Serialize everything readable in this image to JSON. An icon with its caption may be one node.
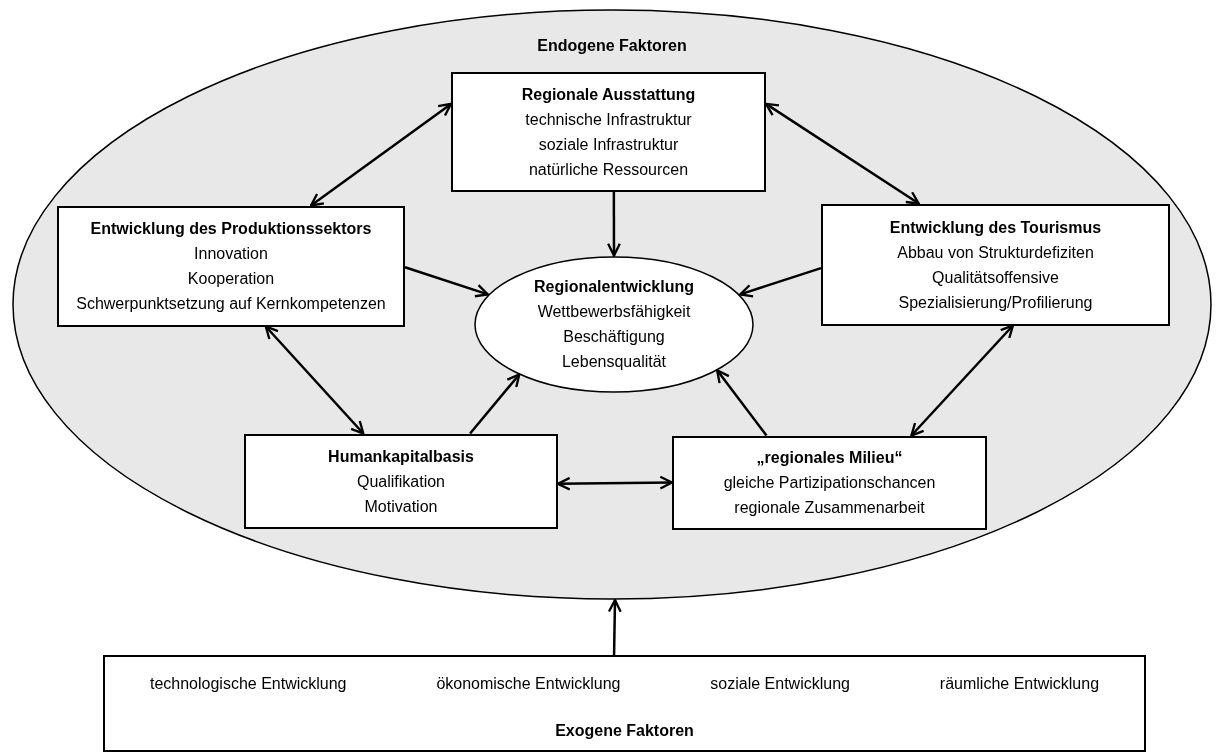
{
  "diagram": {
    "nodes": [
      {
        "text": [
          "Endogene Faktoren"
        ]
      },
      {
        "text": [
          "Regionale Ausstattung",
          "technische Infrastruktur",
          "soziale Infrastruktur",
          "natürliche Ressourcen"
        ],
        "in": 0
      },
      {
        "text": [
          "Entwicklung des Produktionssektors",
          "Innovation",
          "Kooperation",
          "Schwerpunktsetzung auf Kernkompetenzen"
        ],
        "in": 0
      },
      {
        "text": [
          "Entwicklung des Tourismus",
          "Abbau von Strukturdefiziten",
          "Qualitätsoffensive",
          "Spezialisierung/Profilierung"
        ],
        "in": 0
      },
      {
        "text": [
          "Regionalentwicklung",
          "Wettbewerbsfähigkeit",
          "Beschäftigung",
          "Lebensqualität"
        ],
        "in": 0
      },
      {
        "text": [
          "Humankapitalbasis",
          "Qualifikation",
          "Motivation"
        ],
        "in": 0
      },
      {
        "text": [
          "„regionales Milieu“",
          "gleiche Partizipationschancen",
          "regionale Zusammenarbeit"
        ],
        "in": 0
      },
      {
        "text": [
          "technologische Entwicklung",
          "ökonomische Entwicklung",
          "soziale Entwicklung",
          "räumliche Entwicklung",
          "Exogene Faktoren"
        ]
      }
    ],
    "edges": [
      {
        "from": 1,
        "to": 2,
        "arrow": "both"
      },
      {
        "from": 1,
        "to": 3,
        "arrow": "both"
      },
      {
        "from": 1,
        "to": 4,
        "arrow": "to"
      },
      {
        "from": 2,
        "to": 4,
        "arrow": "to"
      },
      {
        "from": 3,
        "to": 4,
        "arrow": "to"
      },
      {
        "from": 2,
        "to": 5,
        "arrow": "both"
      },
      {
        "from": 5,
        "to": 4,
        "arrow": "to"
      },
      {
        "from": 6,
        "to": 4,
        "arrow": "to"
      },
      {
        "from": 3,
        "to": 6,
        "arrow": "both"
      },
      {
        "from": 5,
        "to": 6,
        "arrow": "both"
      },
      {
        "from": 7,
        "to": 0,
        "arrow": "to"
      }
    ]
  }
}
